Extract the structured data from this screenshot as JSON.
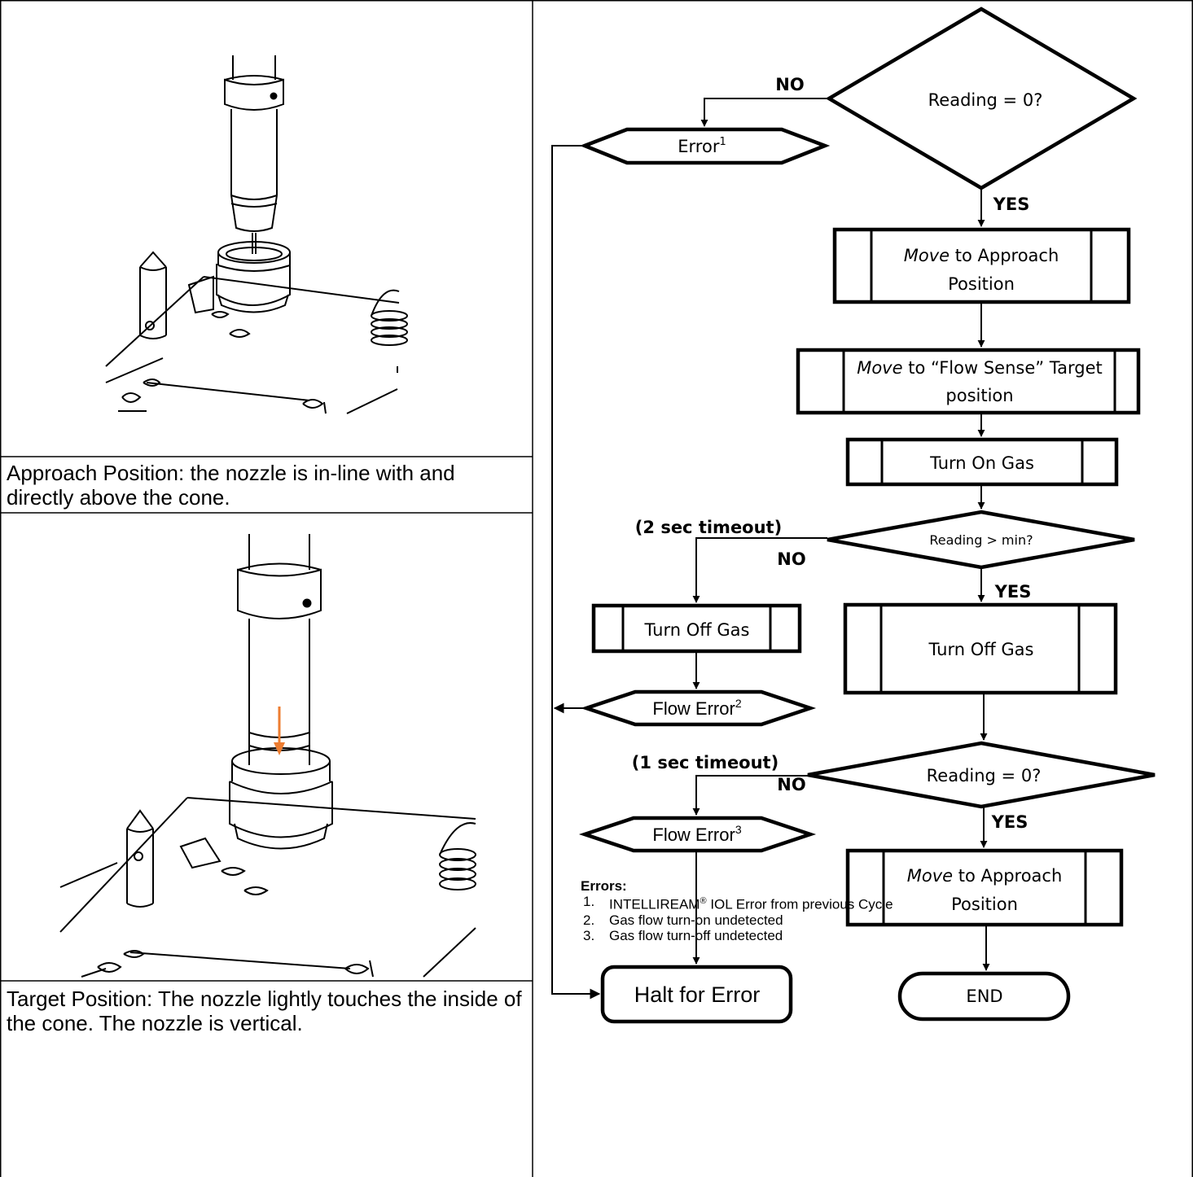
{
  "captions": {
    "approach": "Approach Position: the nozzle is in-line with and directly above the cone.",
    "target": "Target Position: The nozzle lightly touches the inside of the cone. The nozzle is vertical."
  },
  "flowchart": {
    "decision_reading_zero_1": "Reading = 0?",
    "branch_no_1": "NO",
    "error_1_text": "Error",
    "error_1_sup": "1",
    "branch_yes_1": "YES",
    "move_approach_1": {
      "italic": "Move",
      "rest_line1": " to Approach",
      "line2": "Position"
    },
    "move_flow_sense": {
      "italic": "Move",
      "rest_line1": " to “Flow Sense” Target",
      "line2": "position"
    },
    "turn_on_gas": "Turn On Gas",
    "timeout_2sec": "(2 sec timeout)",
    "decision_reading_min": "Reading > min?",
    "branch_no_2": "NO",
    "branch_yes_2": "YES",
    "turn_off_gas_left": "Turn Off Gas",
    "turn_off_gas_right": "Turn Off Gas",
    "flow_error_2_text": "Flow Error",
    "flow_error_2_sup": "2",
    "timeout_1sec": "(1 sec timeout)",
    "decision_reading_zero_2": "Reading = 0?",
    "branch_no_3": "NO",
    "branch_yes_3": "YES",
    "flow_error_3_text": "Flow Error",
    "flow_error_3_sup": "3",
    "move_approach_2": {
      "italic": "Move",
      "rest_line1": " to Approach",
      "line2": "Position"
    },
    "halt_for_error": "Halt for Error",
    "end": "END"
  },
  "errors": {
    "heading": "Errors:",
    "items": [
      {
        "num": "1.",
        "text": "INTELLIREAM",
        "sup": "®",
        "text_after": " IOL Error from previous Cycle"
      },
      {
        "num": "2.",
        "text": "Gas flow turn-on undetected"
      },
      {
        "num": "3.",
        "text": "Gas flow turn-off undetected"
      }
    ]
  },
  "colors": {
    "arrow_accent": "#ed7d31",
    "line": "#000000"
  }
}
